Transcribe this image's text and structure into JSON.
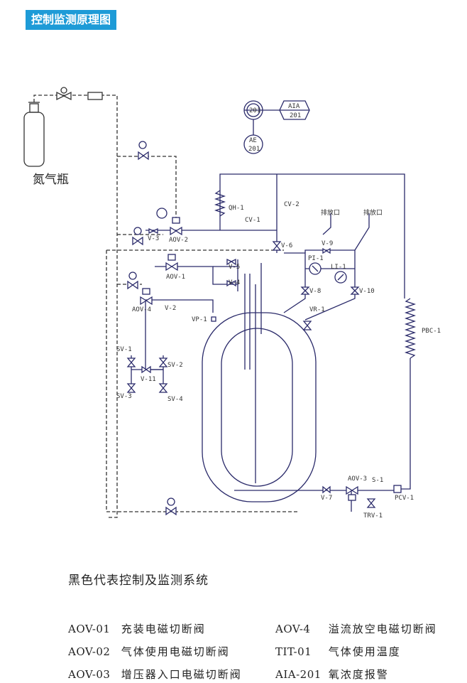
{
  "header": {
    "title": "控制监测原理图"
  },
  "bottle_label": "氮气瓶",
  "labels": {
    "qh1": "QH-1",
    "cv2": "CV-2",
    "cv1": "CV-1",
    "v3": "V-3",
    "aov2": "AOV-2",
    "v6": "V-6",
    "pi1": "PI-1",
    "li1": "LI-1",
    "v9": "V-9",
    "v8": "V-8",
    "v10": "V-10",
    "vr1": "VR-1",
    "aov1": "AOV-1",
    "v5": "V-5",
    "v4": "V-4",
    "aov4": "AOV-4",
    "v2": "V-2",
    "vp1": "VP-1",
    "sv1": "SV-1",
    "sv2": "SV-2",
    "sv3": "SV-3",
    "sv4": "SV-4",
    "v11": "V-11",
    "pbc1": "PBC-1",
    "v7": "V-7",
    "aov3": "AOV-3",
    "s1": "S-1",
    "pcv1": "PCV-1",
    "trv1": "TRV-1",
    "ae201_a": "AE",
    "ae201_b": "201",
    "aia201_a": "AIA",
    "aia201_b": "201",
    "i201": "201",
    "pipe_a": "排放口",
    "pipe_b": "排放口"
  },
  "legend": {
    "title": "黑色代表控制及监测系统",
    "left": [
      {
        "code": "AOV-01",
        "desc": "充装电磁切断阀"
      },
      {
        "code": "AOV-02",
        "desc": "气体使用电磁切断阀"
      },
      {
        "code": "AOV-03",
        "desc": "增压器入口电磁切断阀"
      }
    ],
    "right": [
      {
        "code": "AOV-4",
        "desc": "溢流放空电磁切断阀"
      },
      {
        "code": "TIT-01",
        "desc": "气体使用温度"
      },
      {
        "code": "AIA-201",
        "desc": "氧浓度报警"
      }
    ]
  }
}
